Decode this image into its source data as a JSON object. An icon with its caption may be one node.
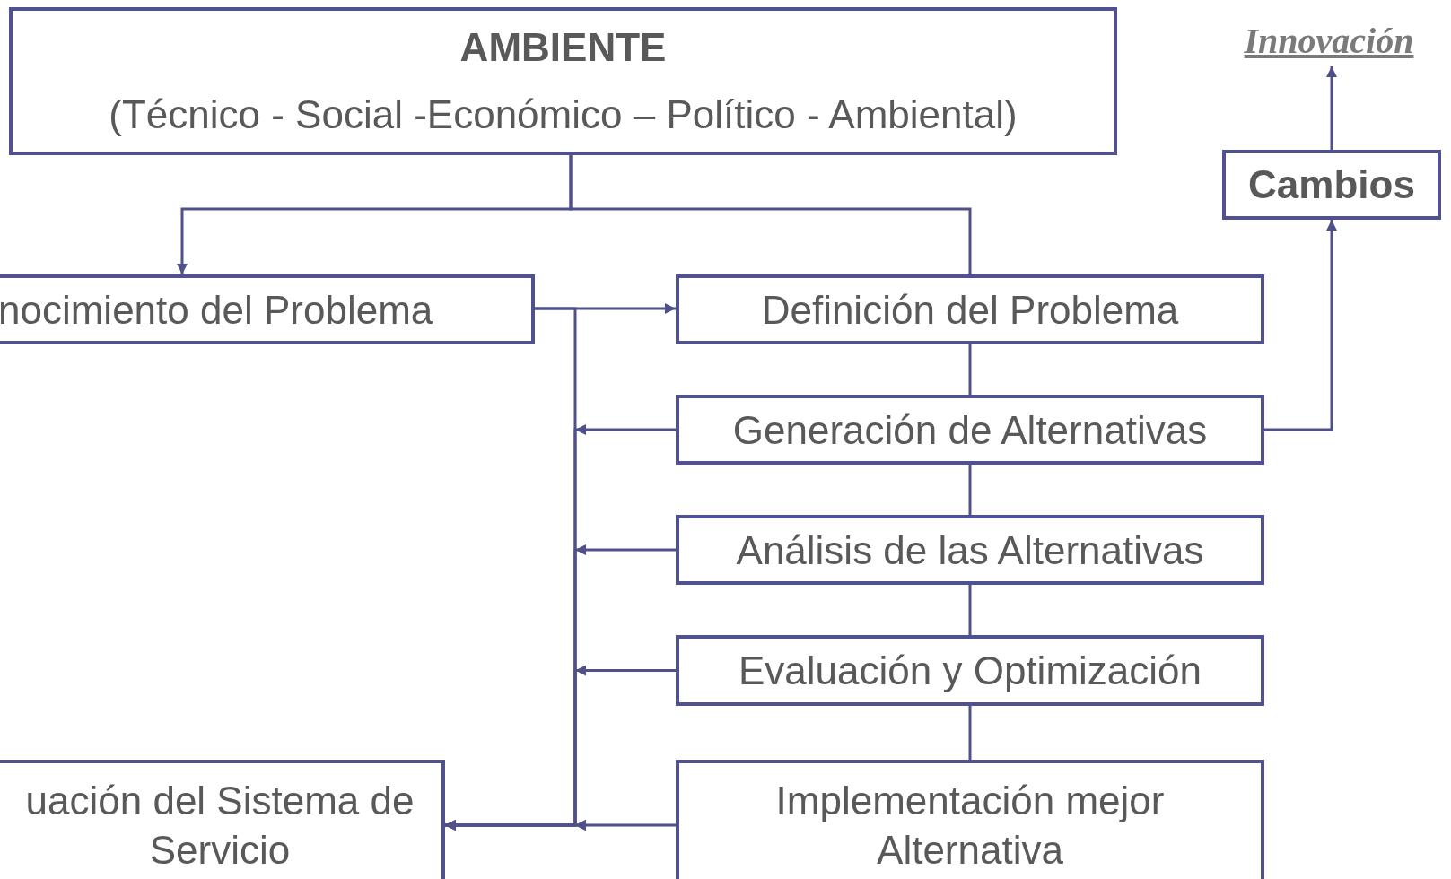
{
  "diagram": {
    "nodes": [
      {
        "text": [
          "AMBIENTE",
          "(Técnico - Social -Económico – Político - Ambiental)"
        ]
      },
      {
        "text": [
          "Innovación"
        ]
      },
      {
        "text": [
          "Cambios"
        ]
      },
      {
        "text": [
          "nocimiento del Problema"
        ]
      },
      {
        "text": [
          "Definición del Problema"
        ]
      },
      {
        "text": [
          "Generación de Alternativas"
        ]
      },
      {
        "text": [
          "Análisis de las Alternativas"
        ]
      },
      {
        "text": [
          "Evaluación y Optimización"
        ]
      },
      {
        "text": [
          "uación del Sistema de Servicio"
        ]
      },
      {
        "text": [
          "Implementación mejor Alternativa"
        ]
      }
    ],
    "edges": [
      {
        "from": 0,
        "to": 3,
        "arrow": "to"
      },
      {
        "from": 0,
        "to": 4,
        "arrow": "none"
      },
      {
        "from": 3,
        "to": 4,
        "arrow": "to"
      },
      {
        "from": 4,
        "to": 5,
        "arrow": "none"
      },
      {
        "from": 5,
        "to": 6,
        "arrow": "none"
      },
      {
        "from": 6,
        "to": 7,
        "arrow": "none"
      },
      {
        "from": 7,
        "to": 9,
        "arrow": "none"
      },
      {
        "from": 5,
        "to": 2,
        "arrow": "to"
      },
      {
        "from": 2,
        "to": 1,
        "arrow": "to"
      },
      {
        "from": 5,
        "to": 8,
        "arrow": "to"
      },
      {
        "from": 6,
        "to": 8,
        "arrow": "to"
      },
      {
        "from": 7,
        "to": 8,
        "arrow": "to"
      },
      {
        "from": 9,
        "to": 8,
        "arrow": "to"
      },
      {
        "from": 3,
        "to": 8,
        "arrow": "to"
      }
    ]
  }
}
